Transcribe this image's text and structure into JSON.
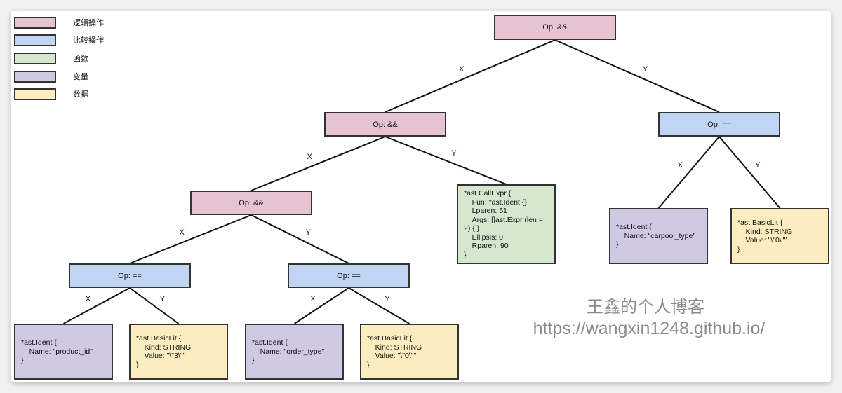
{
  "colors": {
    "logical": "#e6c3d3",
    "compare": "#c0d4f4",
    "function": "#d5e7cf",
    "variable": "#d0c9e3",
    "data": "#fcedc0"
  },
  "legend": [
    {
      "label": "逻辑操作",
      "type": "logical"
    },
    {
      "label": "比较操作",
      "type": "compare"
    },
    {
      "label": "函数",
      "type": "function"
    },
    {
      "label": "变量",
      "type": "variable"
    },
    {
      "label": "数据",
      "type": "data"
    }
  ],
  "nodes": {
    "root": {
      "text": "Op: &&",
      "type": "logical"
    },
    "and2": {
      "text": "Op: &&",
      "type": "logical"
    },
    "eq_right": {
      "text": "Op: ==",
      "type": "compare"
    },
    "and3": {
      "text": "Op: &&",
      "type": "logical"
    },
    "call": {
      "text": "*ast.CallExpr {\n    Fun: *ast.Ident {}\n    Lparen: 51\n    Args: []ast.Expr (len =\n2) { }\n    Ellipsis: 0\n    Rparen: 90\n}",
      "type": "function"
    },
    "ident_carpool": {
      "text": "*ast.Ident {\n    Name: \"carpool_type\"\n}",
      "type": "variable"
    },
    "lit_carpool": {
      "text": "*ast.BasicLit {\n    Kind: STRING\n    Value: \"\\\"0\\\"\"\n}",
      "type": "data"
    },
    "eq_left": {
      "text": "Op: ==",
      "type": "compare"
    },
    "eq_mid": {
      "text": "Op: ==",
      "type": "compare"
    },
    "ident_product": {
      "text": "*ast.Ident {\n    Name: \"product_id\"\n}",
      "type": "variable"
    },
    "lit_product": {
      "text": "*ast.BasicLit {\n    Kind: STRING\n    Value: \"\\\"3\\\"\"\n}",
      "type": "data"
    },
    "ident_order": {
      "text": "*ast.Ident {\n    Name: \"order_type\"\n}",
      "type": "variable"
    },
    "lit_order": {
      "text": "*ast.BasicLit {\n    Kind: STRING\n    Value: \"\\\"0\\\"\"\n}",
      "type": "data"
    }
  },
  "edges": [
    {
      "from": "root",
      "to": "and2",
      "label": "X"
    },
    {
      "from": "root",
      "to": "eq_right",
      "label": "Y"
    },
    {
      "from": "and2",
      "to": "and3",
      "label": "X"
    },
    {
      "from": "and2",
      "to": "call",
      "label": "Y"
    },
    {
      "from": "eq_right",
      "to": "ident_carpool",
      "label": "X"
    },
    {
      "from": "eq_right",
      "to": "lit_carpool",
      "label": "Y"
    },
    {
      "from": "and3",
      "to": "eq_left",
      "label": "X"
    },
    {
      "from": "and3",
      "to": "eq_mid",
      "label": "Y"
    },
    {
      "from": "eq_left",
      "to": "ident_product",
      "label": "X"
    },
    {
      "from": "eq_left",
      "to": "lit_product",
      "label": "Y"
    },
    {
      "from": "eq_mid",
      "to": "ident_order",
      "label": "X"
    },
    {
      "from": "eq_mid",
      "to": "lit_order",
      "label": "Y"
    }
  ],
  "watermark": {
    "title": "王鑫的个人博客",
    "url": "https://wangxin1248.github.io/"
  }
}
